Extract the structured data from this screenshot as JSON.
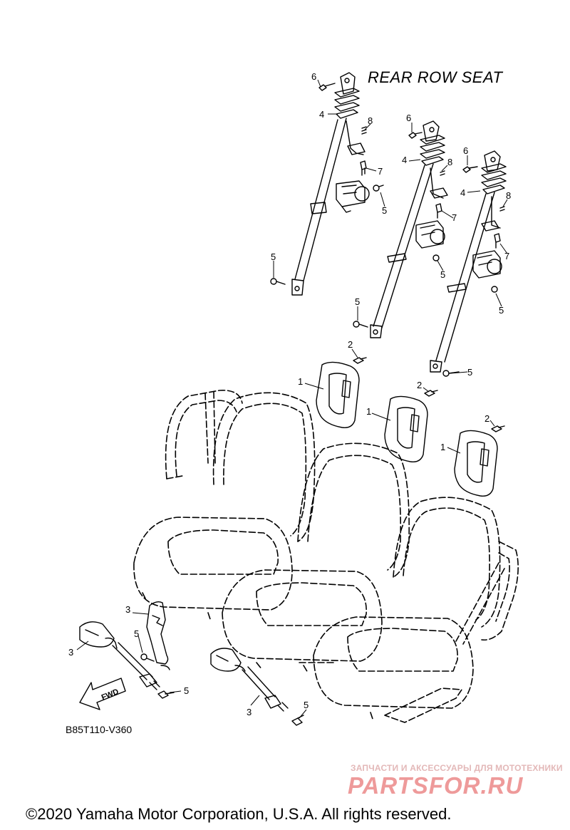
{
  "title": "REAR ROW SEAT",
  "diagram_code": "B85T110-V360",
  "fwd_label": "FWD",
  "copyright": "©2020 Yamaha Motor Corporation, U.S.A. All rights reserved.",
  "watermark": {
    "tagline": "ЗАПЧАСТИ И АКСЕССУАРЫ ДЛЯ МОТОТЕХНИКИ",
    "logo": "PARTSFOR.RU"
  },
  "callouts": [
    {
      "id": "c6a",
      "label": "6"
    },
    {
      "id": "c4a",
      "label": "4"
    },
    {
      "id": "c8a",
      "label": "8"
    },
    {
      "id": "c7a",
      "label": "7"
    },
    {
      "id": "c5a",
      "label": "5"
    },
    {
      "id": "c5b",
      "label": "5"
    },
    {
      "id": "c6b",
      "label": "6"
    },
    {
      "id": "c4b",
      "label": "4"
    },
    {
      "id": "c8b",
      "label": "8"
    },
    {
      "id": "c7b",
      "label": "7"
    },
    {
      "id": "c5c",
      "label": "5"
    },
    {
      "id": "c5d",
      "label": "5"
    },
    {
      "id": "c6c",
      "label": "6"
    },
    {
      "id": "c4c",
      "label": "4"
    },
    {
      "id": "c8c",
      "label": "8"
    },
    {
      "id": "c7c",
      "label": "7"
    },
    {
      "id": "c5e",
      "label": "5"
    },
    {
      "id": "c5f",
      "label": "5"
    },
    {
      "id": "c2a",
      "label": "2"
    },
    {
      "id": "c1a",
      "label": "1"
    },
    {
      "id": "c2b",
      "label": "2"
    },
    {
      "id": "c1b",
      "label": "1"
    },
    {
      "id": "c2c",
      "label": "2"
    },
    {
      "id": "c1c",
      "label": "1"
    },
    {
      "id": "c3a",
      "label": "3"
    },
    {
      "id": "c5g",
      "label": "5"
    },
    {
      "id": "c3b",
      "label": "3"
    },
    {
      "id": "c5h",
      "label": "5"
    },
    {
      "id": "c3c",
      "label": "3"
    },
    {
      "id": "c5i",
      "label": "5"
    }
  ]
}
